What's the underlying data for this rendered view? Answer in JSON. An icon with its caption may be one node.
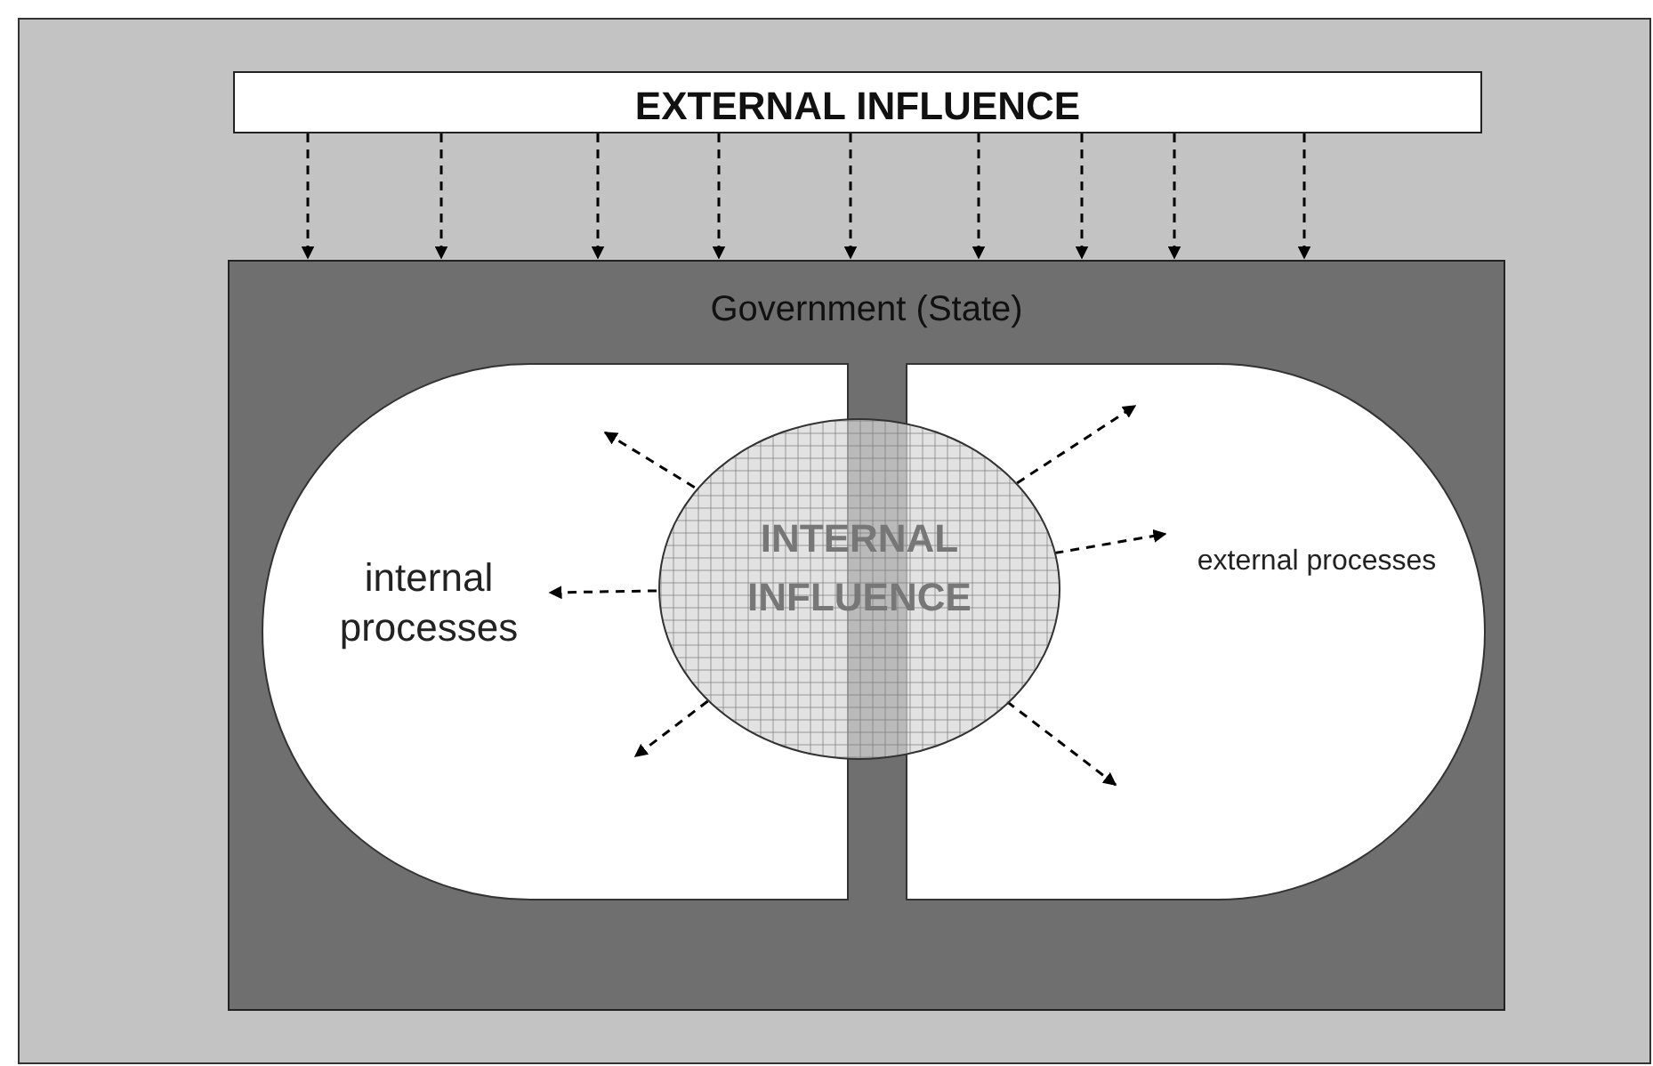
{
  "diagram": {
    "nodes": [
      {
        "text": [
          "EXTERNAL INFLUENCE"
        ]
      },
      {
        "text": [
          "Government (State)"
        ]
      },
      {
        "text": [
          "internal processes"
        ],
        "in": 1
      },
      {
        "text": [
          "external processes"
        ],
        "in": 1
      },
      {
        "text": [
          "INTERNAL INFLUENCE"
        ],
        "in": 1
      }
    ],
    "edges": [
      {
        "from": 0,
        "to": 1,
        "arrow": "to",
        "style": "dashed"
      },
      {
        "from": 0,
        "to": 1,
        "arrow": "to",
        "style": "dashed"
      },
      {
        "from": 0,
        "to": 1,
        "arrow": "to",
        "style": "dashed"
      },
      {
        "from": 0,
        "to": 1,
        "arrow": "to",
        "style": "dashed"
      },
      {
        "from": 0,
        "to": 1,
        "arrow": "to",
        "style": "dashed"
      },
      {
        "from": 0,
        "to": 1,
        "arrow": "to",
        "style": "dashed"
      },
      {
        "from": 0,
        "to": 1,
        "arrow": "to",
        "style": "dashed"
      },
      {
        "from": 0,
        "to": 1,
        "arrow": "to",
        "style": "dashed"
      },
      {
        "from": 0,
        "to": 1,
        "arrow": "to",
        "style": "dashed"
      },
      {
        "from": 4,
        "to": 2,
        "arrow": "to",
        "style": "dashed"
      },
      {
        "from": 4,
        "to": 2,
        "arrow": "to",
        "style": "dashed"
      },
      {
        "from": 4,
        "to": 2,
        "arrow": "to",
        "style": "dashed"
      },
      {
        "from": 4,
        "to": 3,
        "arrow": "to",
        "style": "dashed"
      },
      {
        "from": 4,
        "to": 3,
        "arrow": "to",
        "style": "dashed"
      },
      {
        "from": 4,
        "to": 3,
        "arrow": "to",
        "style": "dashed"
      }
    ]
  }
}
